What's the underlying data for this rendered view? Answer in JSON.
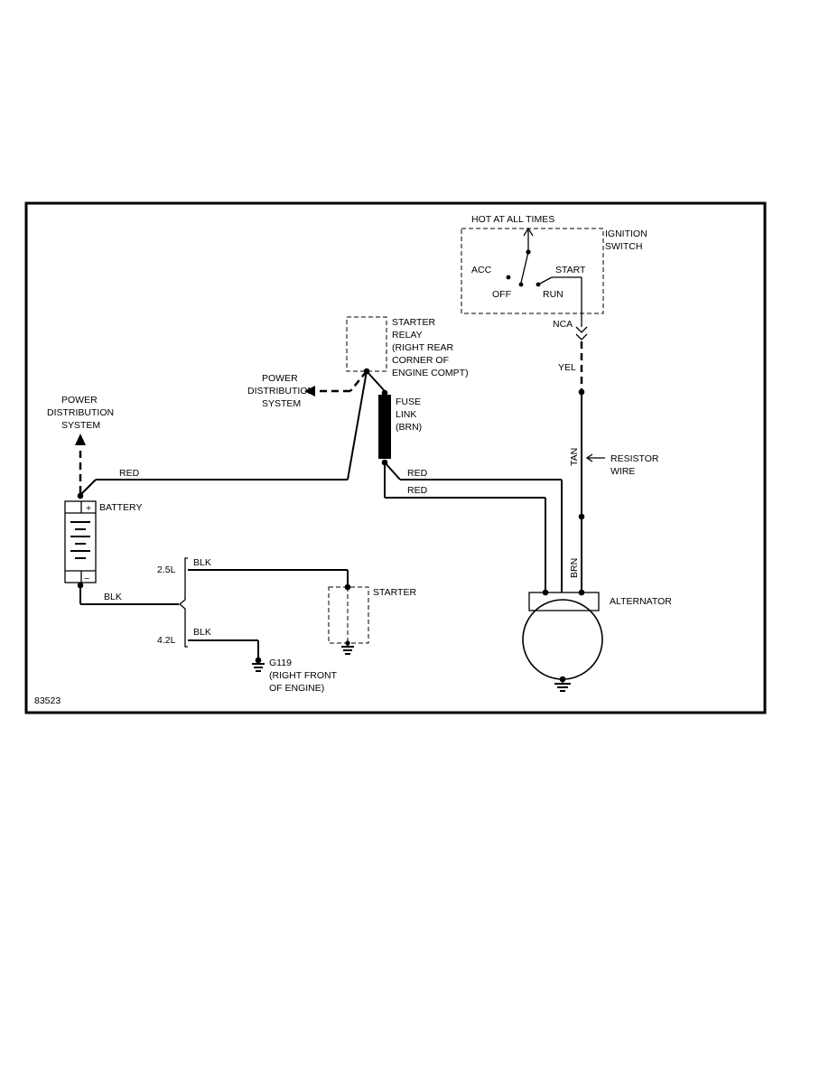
{
  "ignition": {
    "hot_label": "HOT AT ALL TIMES",
    "switch_label_1": "IGNITION",
    "switch_label_2": "SWITCH",
    "acc": "ACC",
    "off": "OFF",
    "run": "RUN",
    "start": "START",
    "nca": "NCA",
    "yel": "YEL"
  },
  "starter_relay": {
    "lines": [
      "STARTER",
      "RELAY",
      "(RIGHT REAR",
      "CORNER OF",
      "ENGINE COMPT)"
    ]
  },
  "power_dist_mid": {
    "lines": [
      "POWER",
      "DISTRIBUTION",
      "SYSTEM"
    ]
  },
  "power_dist_left": {
    "lines": [
      "POWER",
      "DISTRIBUTION",
      "SYSTEM"
    ]
  },
  "fuse_link": {
    "lines": [
      "FUSE",
      "LINK",
      "(BRN)"
    ]
  },
  "wires": {
    "red_battery": "RED",
    "red_upper": "RED",
    "red_lower": "RED",
    "tan": "TAN",
    "brn": "BRN",
    "blk_battery": "BLK",
    "blk_25": "BLK",
    "blk_42": "BLK"
  },
  "resistor_wire": {
    "lines": [
      "RESISTOR",
      "WIRE"
    ]
  },
  "battery": {
    "label": "BATTERY",
    "plus": "+",
    "minus": "−"
  },
  "engines": {
    "e25": "2.5L",
    "e42": "4.2L"
  },
  "starter": {
    "label": "STARTER"
  },
  "alternator": {
    "label": "ALTERNATOR"
  },
  "ground": {
    "lines": [
      "G119",
      "(RIGHT FRONT",
      "OF ENGINE)"
    ]
  },
  "figure_id": "83523"
}
